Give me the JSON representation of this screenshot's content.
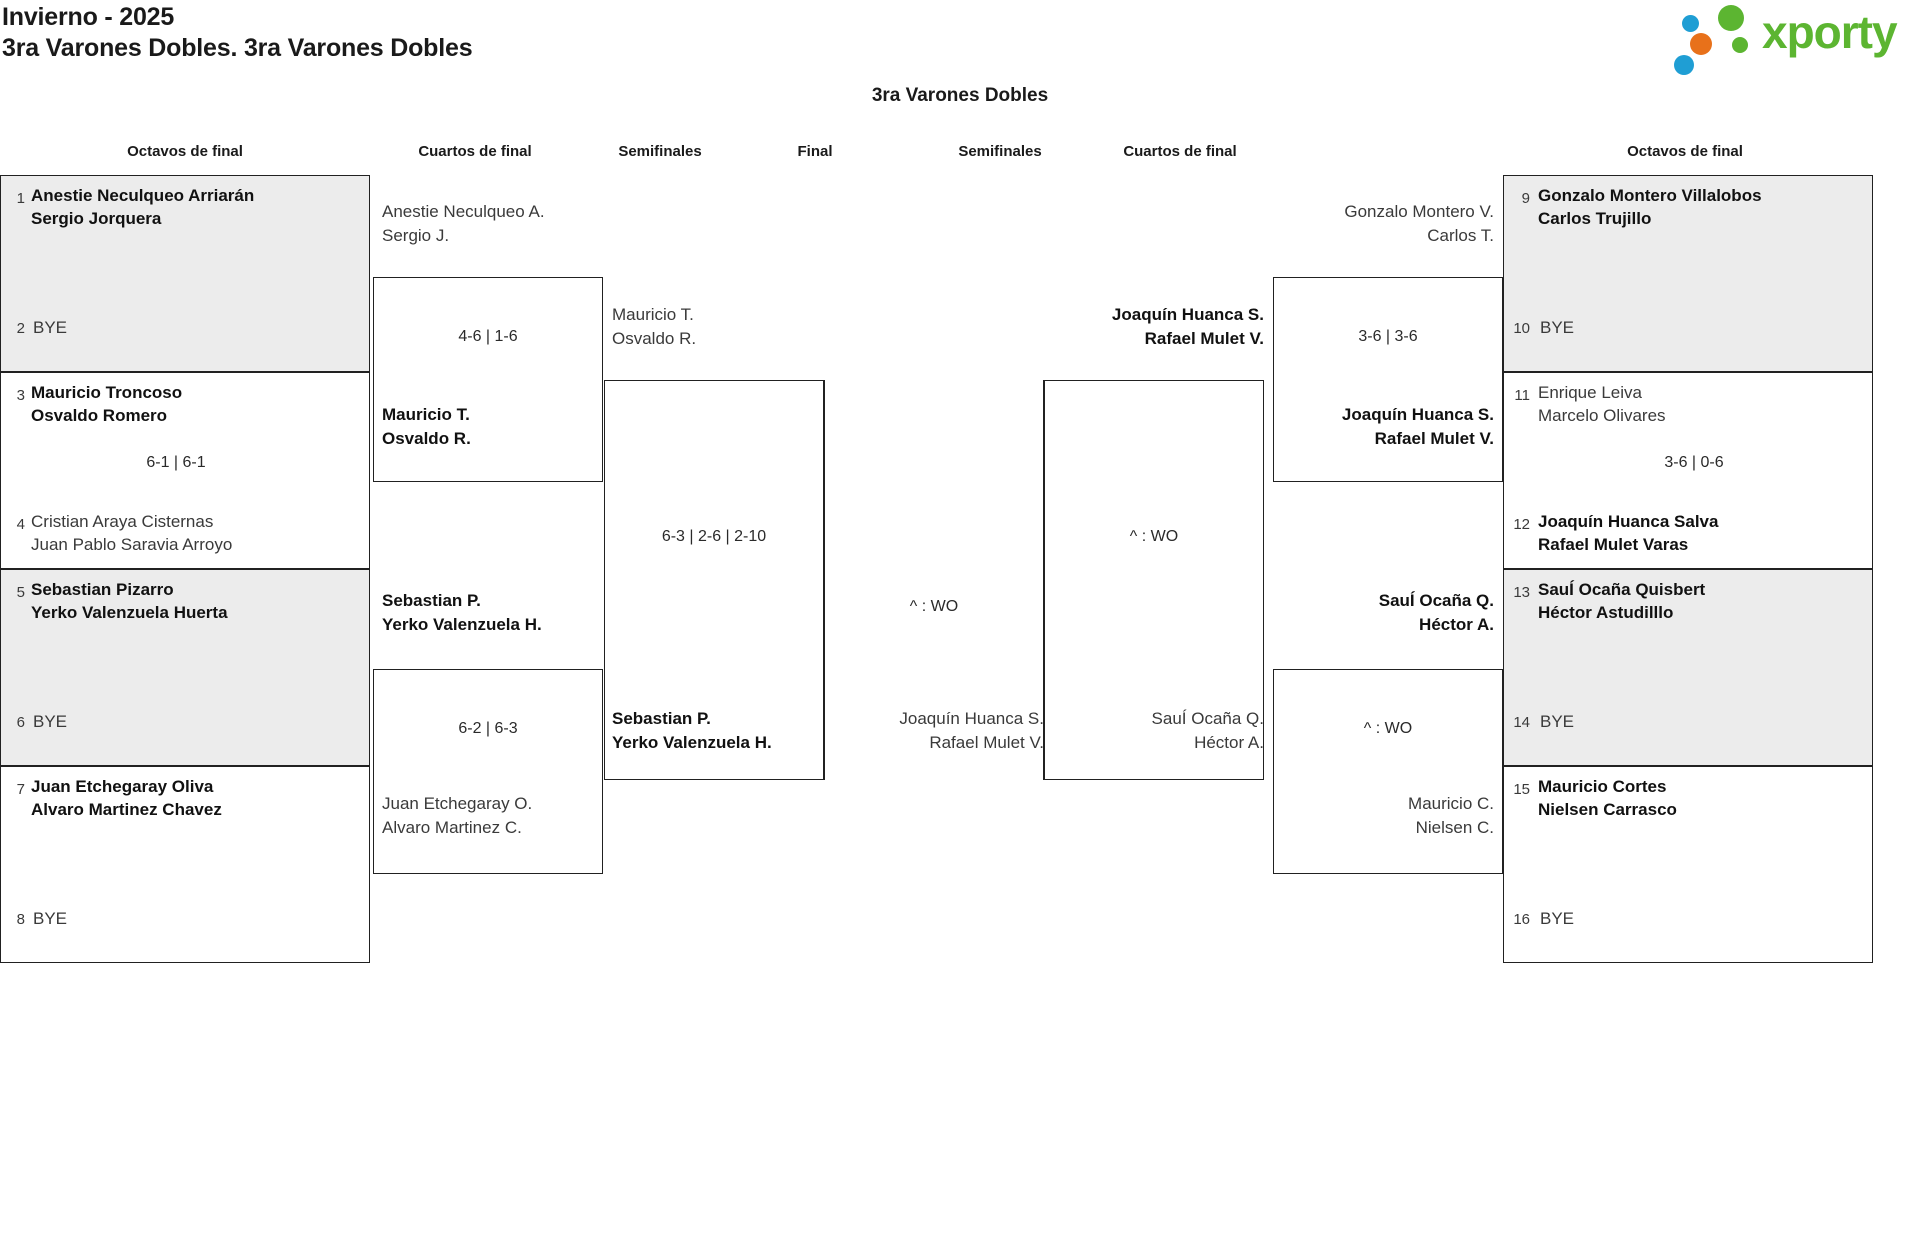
{
  "header": {
    "season": "Invierno - 2025",
    "category": "3ra Varones Dobles. 3ra Varones Dobles",
    "logo_text": "xporty",
    "logo_colors": {
      "green": "#5cb531",
      "blue": "#1f9ed4",
      "orange": "#e8711a"
    }
  },
  "chart_title": "3ra Varones Dobles",
  "rounds": {
    "left_r16": "Octavos de final",
    "left_qf": "Cuartos de final",
    "left_sf": "Semifinales",
    "final": "Final",
    "right_sf": "Semifinales",
    "right_qf": "Cuartos de final",
    "right_r16": "Octavos de final"
  },
  "labels": {
    "bye": "BYE",
    "wo": "^ : WO"
  },
  "left_r16": [
    {
      "seed": "1",
      "p1": "Anestie Neculqueo Arriarán",
      "p2": "Sergio Jorquera",
      "winner": true,
      "shaded": true
    },
    {
      "seed": "2",
      "bye": "BYE",
      "shaded": true
    },
    {
      "seed": "3",
      "p1": "Mauricio Troncoso",
      "p2": "Osvaldo Romero",
      "winner": true,
      "shaded": false
    },
    {
      "seed": "4",
      "p1": "Cristian Araya Cisternas",
      "p2": "Juan Pablo Saravia Arroyo",
      "winner": false,
      "shaded": false
    },
    {
      "seed": "5",
      "p1": "Sebastian Pizarro",
      "p2": "Yerko Valenzuela Huerta",
      "winner": true,
      "shaded": true
    },
    {
      "seed": "6",
      "bye": "BYE",
      "shaded": true
    },
    {
      "seed": "7",
      "p1": "Juan Etchegaray Oliva",
      "p2": "Alvaro Martinez Chavez",
      "winner": true,
      "shaded": false
    },
    {
      "seed": "8",
      "bye": "BYE",
      "shaded": false
    }
  ],
  "right_r16": [
    {
      "seed": "9",
      "p1": "Gonzalo Montero Villalobos",
      "p2": "Carlos Trujillo",
      "winner": true,
      "shaded": true
    },
    {
      "seed": "10",
      "bye": "BYE",
      "shaded": true
    },
    {
      "seed": "11",
      "p1": "Enrique Leiva",
      "p2": "Marcelo Olivares",
      "winner": false,
      "shaded": false
    },
    {
      "seed": "12",
      "p1": "Joaquín Huanca Salva",
      "p2": "Rafael Mulet Varas",
      "winner": true,
      "shaded": false
    },
    {
      "seed": "13",
      "p1": "SauÍ Ocaña Quisbert",
      "p2": "Héctor Astudilllo",
      "winner": true,
      "shaded": true
    },
    {
      "seed": "14",
      "bye": "BYE",
      "shaded": true
    },
    {
      "seed": "15",
      "p1": "Mauricio Cortes",
      "p2": "Nielsen Carrasco",
      "winner": true,
      "shaded": false
    },
    {
      "seed": "16",
      "bye": "BYE",
      "shaded": false
    }
  ],
  "left_r16_scores": [
    {
      "score": ""
    },
    {
      "score": "6-1 | 6-1"
    },
    {
      "score": ""
    },
    {
      "score": ""
    }
  ],
  "left_qf": [
    {
      "p1": "Anestie Neculqueo A.",
      "p2": "Sergio J.",
      "winner": false
    },
    {
      "p1": "Mauricio T.",
      "p2": "Osvaldo R.",
      "winner": true
    },
    {
      "p1": "Sebastian P.",
      "p2": "Yerko Valenzuela H.",
      "winner": true
    },
    {
      "p1": "Juan Etchegaray O.",
      "p2": "Alvaro Martinez C.",
      "winner": false
    }
  ],
  "left_qf_scores": [
    "4-6 | 1-6",
    "6-2 | 6-3"
  ],
  "left_sf": [
    {
      "p1": "Mauricio T.",
      "p2": "Osvaldo R.",
      "winner": false
    },
    {
      "p1": "Sebastian P.",
      "p2": "Yerko Valenzuela H.",
      "winner": true
    }
  ],
  "left_sf_score": "6-3 | 2-6 | 2-10",
  "final": {
    "left_name": {
      "p1": "Sebastian P.",
      "p2": "Yerko Valenzuela H.",
      "winner": true
    },
    "right_name": {
      "p1": "Joaquín Huanca S.",
      "p2": "Rafael Mulet V.",
      "winner": false
    },
    "score": "^ : WO"
  },
  "right_sf": [
    {
      "p1": "Joaquín Huanca S.",
      "p2": "Rafael Mulet V.",
      "winner": true
    },
    {
      "p1": "SauÍ Ocaña Q.",
      "p2": "Héctor A.",
      "winner": false
    }
  ],
  "right_sf_score": "^ : WO",
  "right_qf": [
    {
      "p1": "Gonzalo Montero V.",
      "p2": "Carlos T.",
      "winner": false
    },
    {
      "p1": "Joaquín Huanca S.",
      "p2": "Rafael Mulet V.",
      "winner": true
    },
    {
      "p1": "SauÍ Ocaña Q.",
      "p2": "Héctor A.",
      "winner": true
    },
    {
      "p1": "Mauricio C.",
      "p2": "Nielsen C.",
      "winner": false
    }
  ],
  "right_qf_scores": [
    "3-6 | 3-6",
    "^ : WO"
  ],
  "right_r16_scores": [
    "",
    "3-6 | 0-6",
    "",
    ""
  ]
}
